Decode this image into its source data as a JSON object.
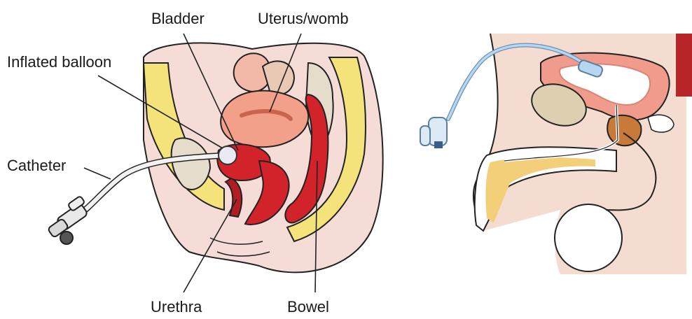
{
  "labels": {
    "bladder": "Bladder",
    "uterus": "Uterus/womb",
    "inflated_balloon": "Inflated balloon",
    "catheter": "Catheter",
    "urethra": "Urethra",
    "bowel": "Bowel"
  },
  "colors": {
    "skin": "#f6dcd6",
    "fat_yellow": "#f4e27a",
    "bone": "#e6dccb",
    "uterus_pink": "#f3a08a",
    "red_tissue": "#d2232a",
    "dark_red": "#b01e24",
    "catheter_white": "#f2f2f2",
    "catheter_blue": "#9ec9ec",
    "prostate_brown": "#c77a3a",
    "pubic_bone": "#ddd0b0",
    "right_background": "#f5dcd0"
  }
}
